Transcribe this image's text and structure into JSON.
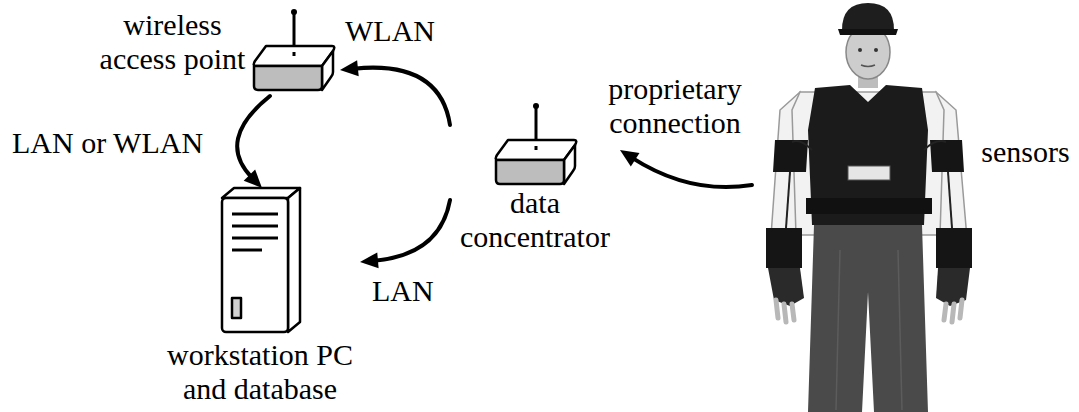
{
  "diagram": {
    "nodes": [
      {
        "text": [
          "wireless access point"
        ]
      },
      {
        "text": [
          "workstation PC and database"
        ]
      },
      {
        "text": [
          "data concentrator"
        ]
      },
      {
        "text": [
          "sensors"
        ]
      }
    ],
    "edges": [
      {
        "from": 2,
        "to": 0,
        "arrow": "to",
        "label": "WLAN"
      },
      {
        "from": 0,
        "to": 1,
        "arrow": "to",
        "label": "LAN or WLAN"
      },
      {
        "from": 2,
        "to": 1,
        "arrow": "to",
        "label": "LAN"
      },
      {
        "from": 3,
        "to": 2,
        "arrow": "to",
        "label": "proprietary connection"
      }
    ]
  }
}
